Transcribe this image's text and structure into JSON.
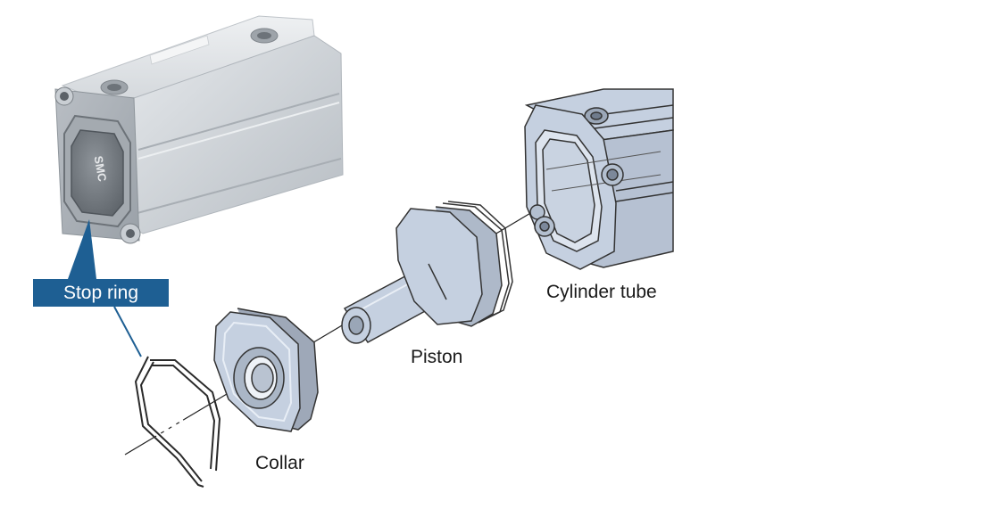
{
  "labels": {
    "stop_ring": "Stop ring",
    "cylinder_tube": "Cylinder tube",
    "piston": "Piston",
    "collar": "Collar"
  },
  "product_marking": "SMC",
  "colors": {
    "label_box": "#1e5f93",
    "part_fill": "#c5d0e0",
    "part_line": "#333333",
    "aluminum": "#d4d8dc"
  }
}
